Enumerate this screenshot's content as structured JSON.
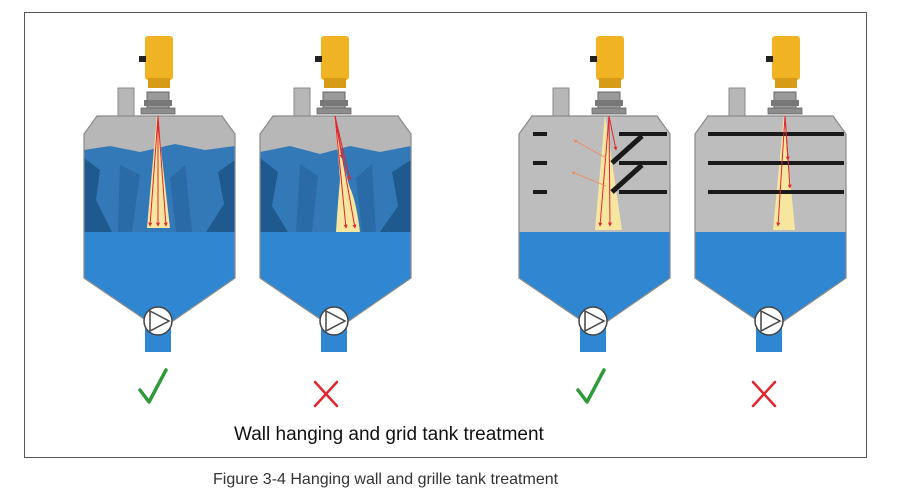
{
  "inner_caption": "Wall hanging and grid tank treatment",
  "figure_caption": "Figure 3-4 Hanging wall and grille tank treatment",
  "colors": {
    "tank_gray": "#b7b7b7",
    "liquid_blue": "#2f86d1",
    "buildup_dark": "#1f5a8e",
    "buildup_light": "#3479b7",
    "beam_yellow": "#f6e6a0",
    "ray_red": "#e0262e",
    "sensor_yellow": "#f0b323",
    "correct_green": "#2e9a3a",
    "wrong_red": "#e0262e"
  },
  "tanks": [
    {
      "id": "tank-1",
      "scenario": "wall-buildup-narrow-beam",
      "verdict": "correct",
      "verdict_icon": "check-icon"
    },
    {
      "id": "tank-2",
      "scenario": "wall-buildup-wide-beam",
      "verdict": "incorrect",
      "verdict_icon": "cross-icon"
    },
    {
      "id": "tank-3",
      "scenario": "grid-with-angled-deflectors",
      "verdict": "correct",
      "verdict_icon": "check-icon"
    },
    {
      "id": "tank-4",
      "scenario": "grid-without-deflectors",
      "verdict": "incorrect",
      "verdict_icon": "cross-icon"
    }
  ]
}
